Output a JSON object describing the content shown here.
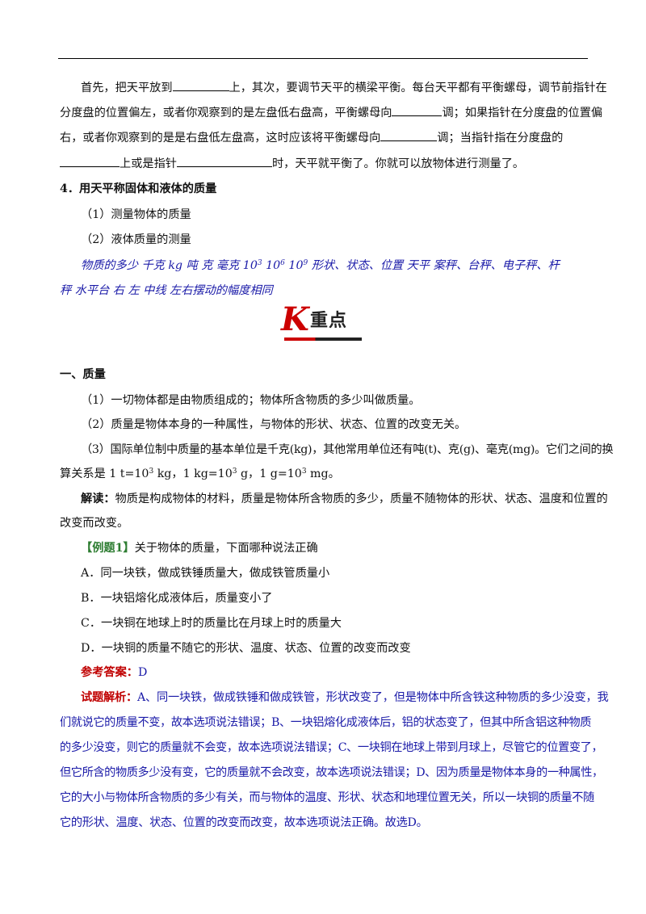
{
  "para1": {
    "l1a": "首先，把天平放到",
    "l1b": "上，其次，要调节天平的横梁平衡。每台天平都有平衡螺母，调节前指针在",
    "l2a": "分度盘的位置偏左，或者你观察到的是左盘低右盘高，平衡螺母向",
    "l2b": "调；如果指针在分度盘的位置偏",
    "l3a": "右，或者你观察到的是是右盘低左盘高，这时应该将平衡螺母向",
    "l3b": "调；当指针指在分度盘的",
    "l4a": "上或是指针",
    "l4b": "时，天平就平衡了。你就可以放物体进行测量了。"
  },
  "section4": {
    "title": "4．用天平称固体和液体的质量",
    "item1": "（1）测量物体的质量",
    "item2": "（2）液体质量的测量"
  },
  "answers": {
    "line1": "物质的多少   千克   kg  吨   克   毫克   10",
    "exp1": "3",
    "sep1": " 10",
    "exp2": "6",
    "sep2": " 10",
    "exp3": "9",
    "line1b": " 形状、状态、位置   天平   案秤、台秤、电子秤、杆",
    "line2": "秤   水平台   右   左   中线   左右摆动的幅度相同"
  },
  "banner": {
    "letter": "K",
    "text": "重点"
  },
  "mass": {
    "heading": "一、质量",
    "p1": "（1）一切物体都是由物质组成的；物体所含物质的多少叫做质量。",
    "p2": "（2）质量是物体本身的一种属性，与物体的形状、状态、位置的改变无关。",
    "p3": "（3）国际单位制中质量的基本单位是千克(kg)，其他常用单位还有吨(t)、克(g)、毫克(mg)。它们之间的换",
    "p4a": "算关系是 1 t=10",
    "p4e1": "3",
    "p4b": " kg，1 kg=10",
    "p4e2": "3",
    "p4c": " g，1 g=10",
    "p4e3": "3",
    "p4d": " mg。",
    "interp_label": "解读：",
    "interp1": "物质是构成物体的材料，质量是物体所含物质的多少，质量不随物体的形状、状态、温度和位置的",
    "interp2": "改变而改变。"
  },
  "example": {
    "label": "【例题1】",
    "question": "关于物体的质量，下面哪种说法正确",
    "options": [
      "A．同一块铁，做成铁锤质量大，做成铁管质量小",
      "B．一块铝熔化成液体后，质量变小了",
      "C．一块铜在地球上时的质量比在月球上时的质量大",
      "D．一块铜的质量不随它的形状、温度、状态、位置的改变而改变"
    ],
    "answer_label": "参考答案：",
    "answer": "D",
    "analysis_label": "试题解析：",
    "analysis": [
      "A、同一块铁，做成铁锤和做成铁管，形状改变了，但是物体中所含铁这种物质的多少没变，我",
      "们就说它的质量不变，故本选项说法错误；B、一块铝熔化成液体后，铝的状态变了，但其中所含铝这种物质",
      "的多少没变，则它的质量就不会变，故本选项说法错误；C、一块铜在地球上带到月球上，尽管它的位置变了，",
      "但它所含的物质多少没有变，它的质量就不会改变，故本选项说法错误；D、因为质量是物体本身的一种属性，",
      "它的大小与物体所含物质的多少有关，而与物体的温度、形状、状态和地理位置无关，所以一块铜的质量不随",
      "它的形状、温度、状态、位置的改变而改变，故本选项说法正确。故选D。"
    ]
  }
}
